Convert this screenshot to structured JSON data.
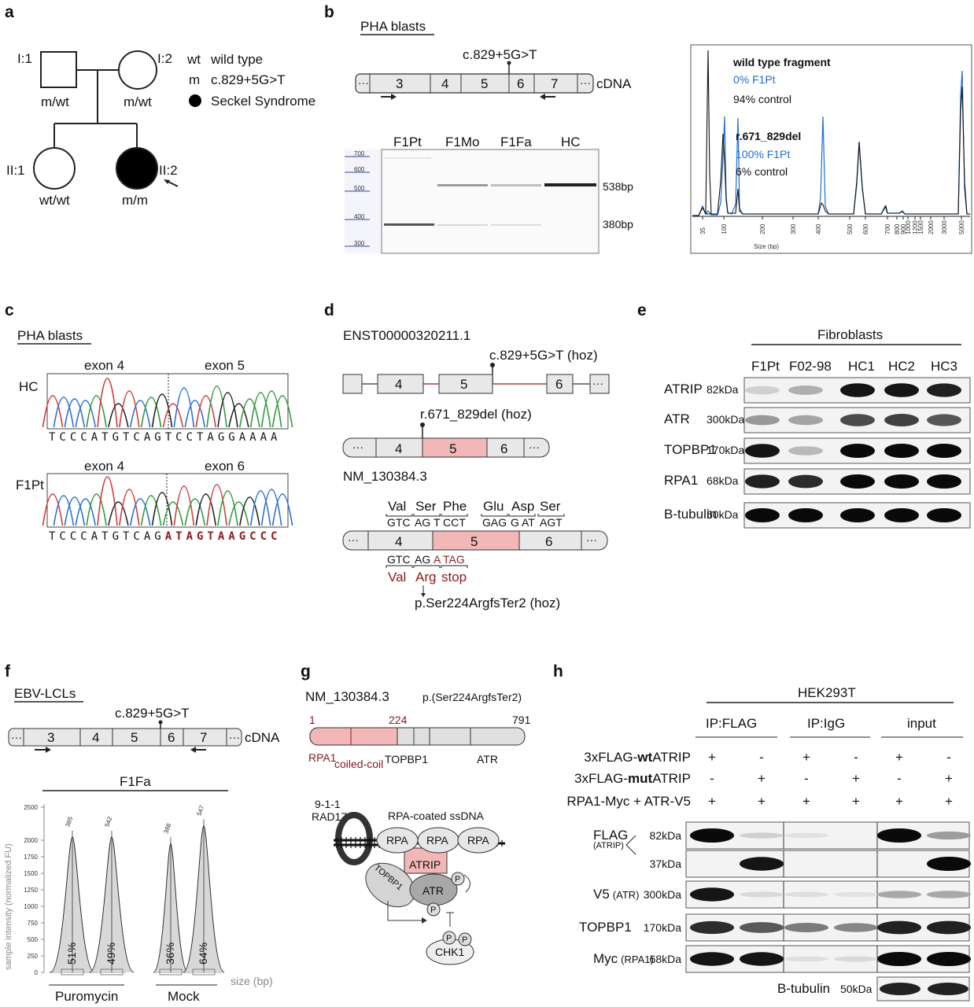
{
  "panels": {
    "a": "a",
    "b": "b",
    "c": "c",
    "d": "d",
    "e": "e",
    "f": "f",
    "g": "g",
    "h": "h"
  },
  "a": {
    "I1": "I:1",
    "I2": "I:2",
    "II1": "II:1",
    "II2": "II:2",
    "I1_gt": "m/wt",
    "I2_gt": "m/wt",
    "II1_gt": "wt/wt",
    "II2_gt": "m/m",
    "legend": {
      "wt_key": "wt",
      "wt_text": "wild type",
      "m_key": "m",
      "m_text": "c.829+5G>T",
      "seckel": "Seckel Syndrome"
    }
  },
  "b": {
    "title": "PHA blasts",
    "variant": "c.829+5G>T",
    "cdna": "cDNA",
    "dots": "···",
    "exons": [
      "3",
      "4",
      "5",
      "6",
      "7"
    ],
    "gel_lanes": [
      "F1Pt",
      "F1Mo",
      "F1Fa",
      "HC"
    ],
    "gel_sizes": [
      "538bp",
      "380bp"
    ],
    "ladder": [
      "700",
      "600",
      "500",
      "400",
      "300"
    ],
    "trace": {
      "wt_fragment": "wild type fragment",
      "wt_pt": "0% F1Pt",
      "wt_ctrl": "94% control",
      "del_fragment": "r.671_829del",
      "del_pt": "100% F1Pt",
      "del_ctrl": "6% control",
      "xlabel": "Size (bp)",
      "ticks": [
        "35",
        "100",
        "200",
        "300",
        "400",
        "500",
        "600",
        "700",
        "800",
        "900",
        "1000",
        "1200",
        "1500",
        "2000",
        "3000",
        "5000"
      ]
    }
  },
  "c": {
    "title": "PHA blasts",
    "hc": "HC",
    "pt": "F1Pt",
    "hc_exons": [
      "exon 4",
      "exon 5"
    ],
    "pt_exons": [
      "exon 4",
      "exon 6"
    ],
    "hc_seq": "TCCCATGTCAGTCCTAGGAAAA",
    "pt_seq_black": "TCCCATGTCAG",
    "pt_seq_red": "ATAGTAAGCCC"
  },
  "d": {
    "transcript": "ENST00000320211.1",
    "variant": "c.829+5G>T (hoz)",
    "deletion": "r.671_829del (hoz)",
    "refseq": "NM_130384.3",
    "dots": "···",
    "exons_top": [
      "4",
      "5",
      "6"
    ],
    "codons_wt_aa": [
      "Val",
      "Ser",
      "Phe",
      "Glu",
      "Asp",
      "Ser"
    ],
    "codons_wt_nt": [
      "GTC",
      "AG",
      "T",
      "CCT",
      "GAG",
      "G",
      "AT",
      "AGT"
    ],
    "codons_mut_nt": [
      "GTC",
      "AG",
      "A",
      "TAG"
    ],
    "codons_mut_aa": [
      "Val",
      "Arg",
      "stop"
    ],
    "protein": "p.Ser224ArgfsTer2 (hoz)"
  },
  "e": {
    "header": "Fibroblasts",
    "lanes": [
      "F1Pt",
      "F02-98",
      "HC1",
      "HC2",
      "HC3"
    ],
    "rows": [
      {
        "name": "ATRIP",
        "kda": "82kDa"
      },
      {
        "name": "ATR",
        "kda": "300kDa"
      },
      {
        "name": "TOPBP1",
        "kda": "170kDa"
      },
      {
        "name": "RPA1",
        "kda": "68kDa"
      },
      {
        "name": "B-tubulin",
        "kda": "50kDa"
      }
    ]
  },
  "f": {
    "title": "EBV-LCLs",
    "variant": "c.829+5G>T",
    "cdna": "cDNA",
    "exons": [
      "3",
      "4",
      "5",
      "6",
      "7"
    ],
    "sample": "F1Fa",
    "ylabel": "sample intensity (normalized FU)",
    "xlabel": "size (bp)",
    "yticks": [
      "0",
      "250",
      "500",
      "750",
      "1000",
      "1250",
      "1500",
      "1750",
      "2000",
      "2500"
    ],
    "conditions": [
      "Puromycin",
      "Mock"
    ],
    "peak_labels": [
      "385",
      "542",
      "388",
      "547"
    ],
    "percents": [
      "51%",
      "49%",
      "36%",
      "64%"
    ]
  },
  "g": {
    "refseq": "NM_130384.3",
    "protein": "p.(Ser224ArgfsTer2)",
    "pos_start": "1",
    "pos_mid": "224",
    "pos_end": "791",
    "domains": [
      "RPA1",
      "coiled-coil",
      "TOPBP1",
      "ATR"
    ],
    "diagram": {
      "clamp": "9-1-1",
      "rad": "RAD17",
      "ssdna": "RPA-coated ssDNA",
      "rpa": "RPA",
      "topbp1": "TOPBP1",
      "atrip": "ATRIP",
      "atr": "ATR",
      "p": "P",
      "chk1": "CHK1"
    }
  },
  "h": {
    "cell": "HEK293T",
    "groups": [
      "IP:FLAG",
      "IP:IgG",
      "input"
    ],
    "cond_rows": [
      {
        "pre": "3xFLAG-",
        "bold": "wt",
        "post": "ATRIP",
        "signs": [
          "+",
          "-",
          "+",
          "-",
          "+",
          "-"
        ]
      },
      {
        "pre": "3xFLAG-",
        "bold": "mut",
        "post": "ATRIP",
        "signs": [
          "-",
          "+",
          "-",
          "+",
          "-",
          "+"
        ]
      },
      {
        "pre": "RPA1-Myc + ATR-V5",
        "bold": "",
        "post": "",
        "signs": [
          "+",
          "+",
          "+",
          "+",
          "+",
          "+"
        ]
      }
    ],
    "blots": [
      {
        "name": "FLAG",
        "sub": "(ATRIP)",
        "kda": "82kDa"
      },
      {
        "name": "",
        "sub": "",
        "kda": "37kDa"
      },
      {
        "name": "V5",
        "sub": "(ATR)",
        "kda": "300kDa"
      },
      {
        "name": "TOPBP1",
        "sub": "",
        "kda": "170kDa"
      },
      {
        "name": "Myc",
        "sub": "(RPA1)",
        "kda": "68kDa"
      }
    ],
    "tubulin": "B-tubulin",
    "tubulin_kda": "50kDa"
  },
  "colors": {
    "accent_red": "#8b1a1a",
    "exon_pink": "#f2b8b8",
    "trace_blue": "#1f6fd1"
  }
}
